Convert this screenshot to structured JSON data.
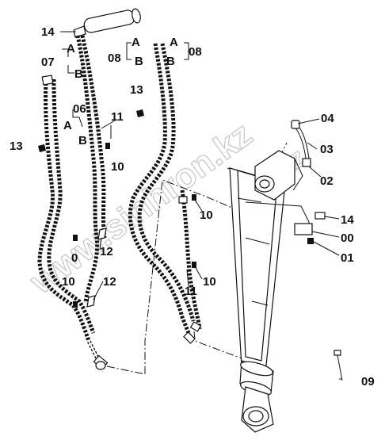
{
  "labels": {
    "p14a": "14",
    "p07": "07",
    "p07A": "A",
    "p07B": "B",
    "p08L": "08",
    "p08R": "08",
    "p08A1": "A",
    "p08A2": "A",
    "p08B1": "B",
    "p08B2": "B",
    "p06": "06",
    "p06A": "A",
    "p06B": "B",
    "p13a": "13",
    "p13b": "13",
    "p11a": "11",
    "p10a": "10",
    "p04": "04",
    "p03": "03",
    "p02": "02",
    "p14b": "14",
    "p00": "00",
    "p01": "01",
    "p10b": "10",
    "p12a": "12",
    "p10c": "10",
    "p12b": "12",
    "p10d": "10",
    "p11b": "11",
    "p09": "09",
    "p0x": "0"
  },
  "watermark": {
    "main": "www.sinhron.kz",
    "partial": "oo.kz"
  }
}
